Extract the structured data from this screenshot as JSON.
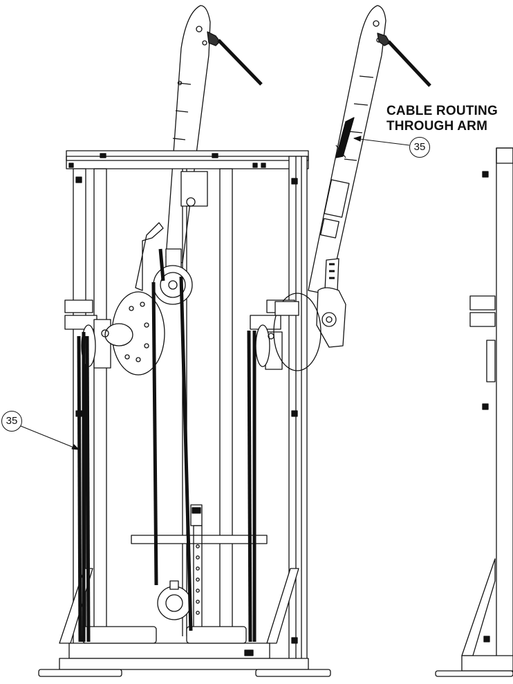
{
  "callout": {
    "line1": "CABLE ROUTING",
    "line2": "THROUGH ARM"
  },
  "balloons": {
    "arm_cable": "35",
    "frame_cable": "35"
  }
}
